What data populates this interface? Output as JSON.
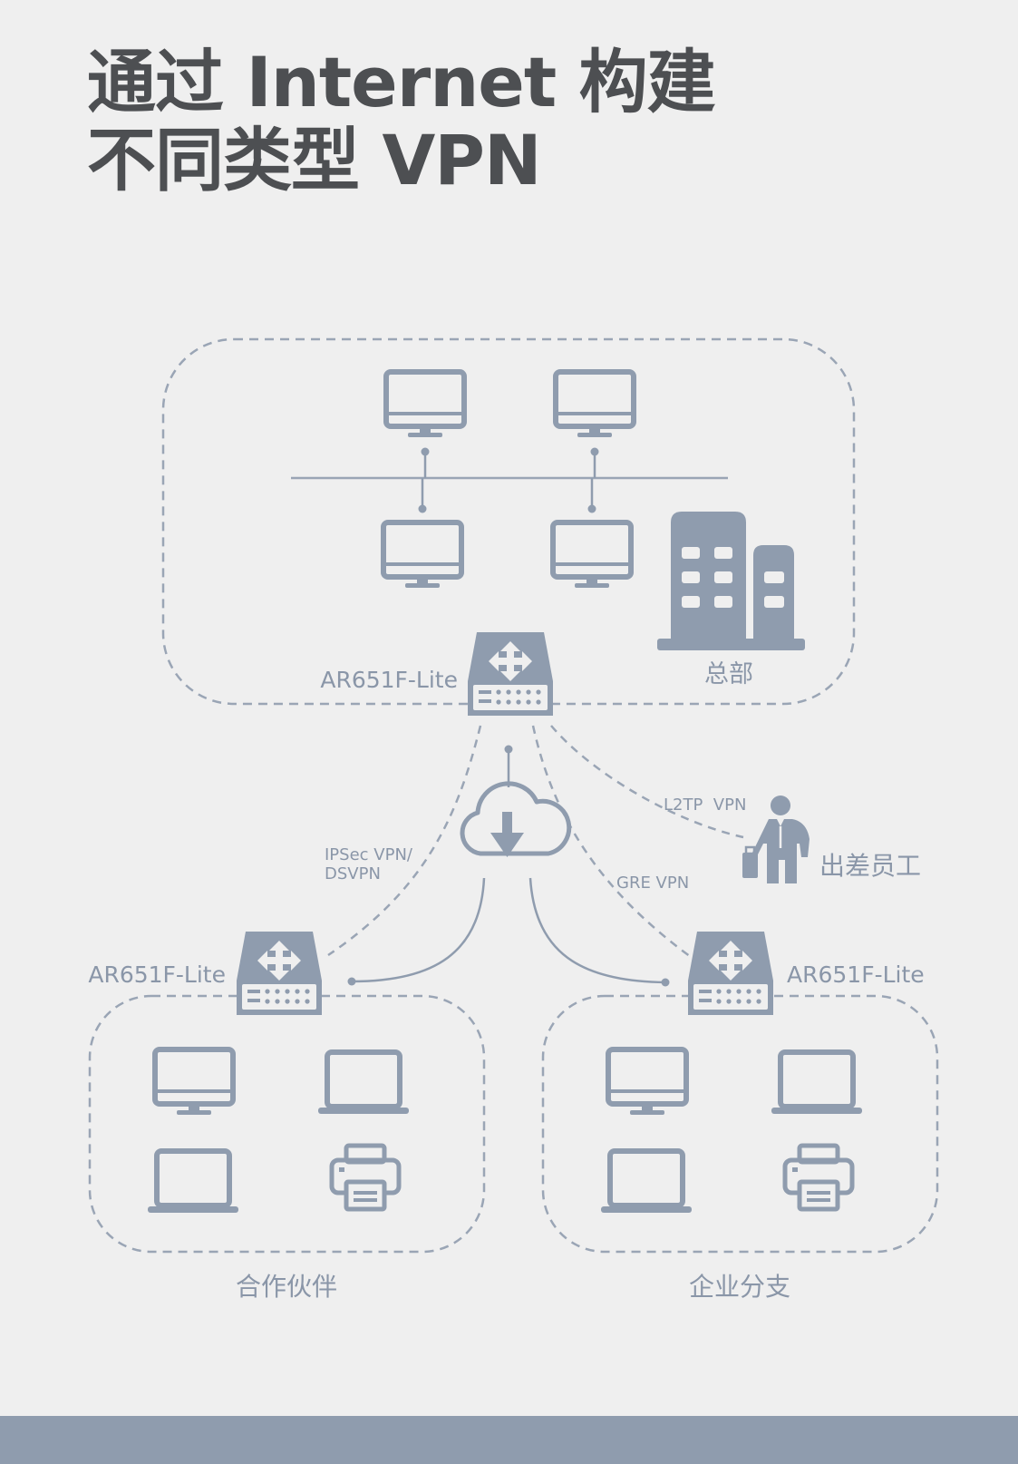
{
  "title": {
    "line1": "通过 Internet 构建",
    "line2": "不同类型 VPN"
  },
  "colors": {
    "background": "#efefef",
    "title": "#4d4f52",
    "icon": "#8f9cae",
    "label": "#8a96a8",
    "dashed_line": "#9aa5b5",
    "bottom_band": "#8f9cae"
  },
  "headquarters": {
    "label": "总部",
    "router_label": "AR651F-Lite",
    "devices": [
      "monitor-icon",
      "monitor-icon",
      "monitor-icon",
      "monitor-icon",
      "building-icon"
    ]
  },
  "internet": {
    "icon": "cloud-download-icon"
  },
  "links": {
    "partner": "IPSec VPN/\nDSVPN",
    "partner_line1": "IPSec VPN/",
    "partner_line2": "DSVPN",
    "branch": "GRE VPN",
    "traveler": "L2TP  VPN"
  },
  "traveler": {
    "label": "出差员工",
    "icon": "business-traveler-icon"
  },
  "partner_site": {
    "label": "合作伙伴",
    "router_label": "AR651F-Lite",
    "devices": [
      "monitor-icon",
      "laptop-icon",
      "laptop-icon",
      "printer-icon"
    ]
  },
  "branch_site": {
    "label": "企业分支",
    "router_label": "AR651F-Lite",
    "devices": [
      "monitor-icon",
      "laptop-icon",
      "laptop-icon",
      "printer-icon"
    ]
  }
}
